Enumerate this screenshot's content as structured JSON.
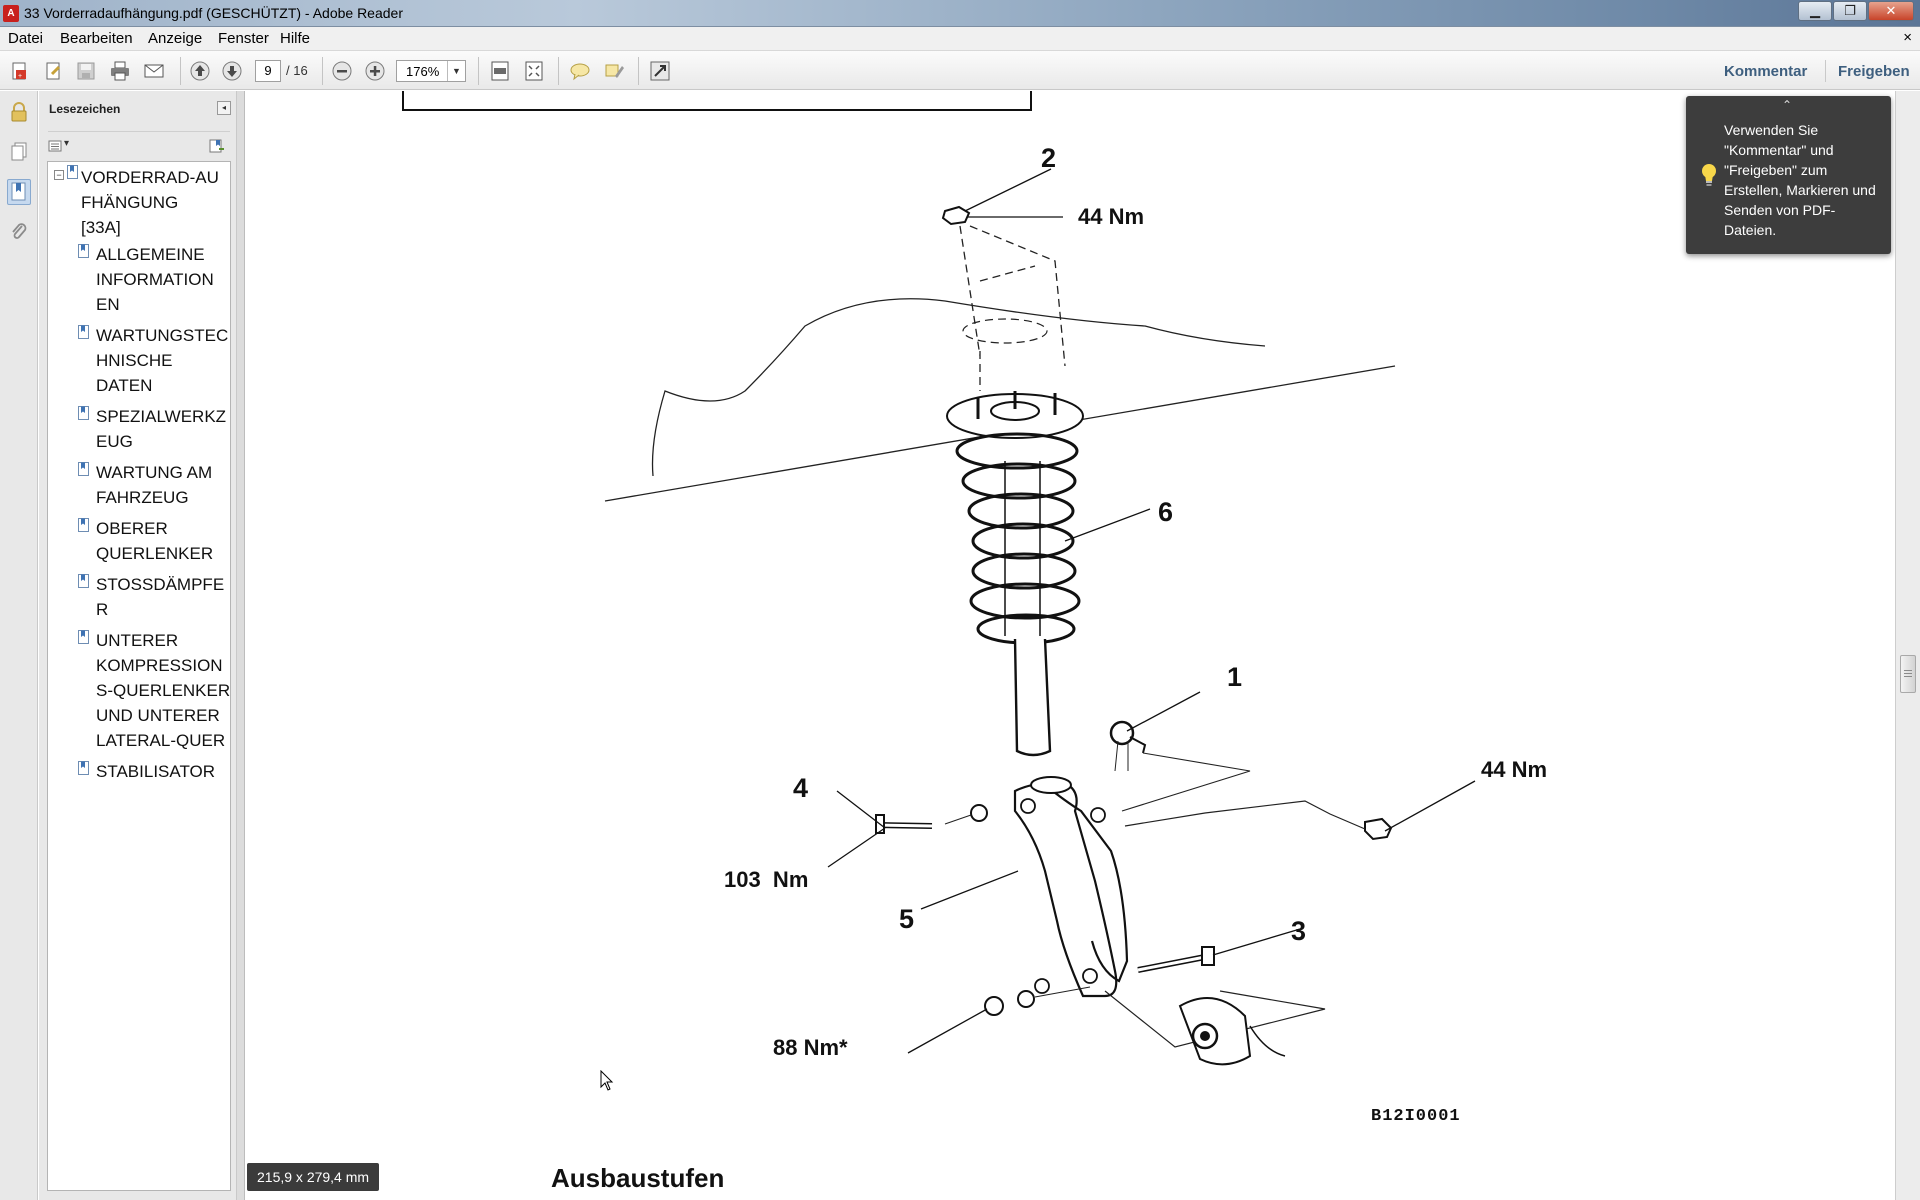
{
  "window": {
    "title": "33 Vorderradaufhängung.pdf (GESCHÜTZT) - Adobe Reader",
    "minimize": "▁",
    "maximize": "❐",
    "close": "✕",
    "doc_close": "×"
  },
  "menu": [
    "Datei",
    "Bearbeiten",
    "Anzeige",
    "Fenster",
    "Hilfe"
  ],
  "toolbar": {
    "current_page": "9",
    "total_pages": "/ 16",
    "zoom": "176%",
    "zoom_dropdown": "▼",
    "kommentar": "Kommentar",
    "freigeben": "Freigeben",
    "icons": [
      "create-pdf-icon",
      "open-icon",
      "save-icon",
      "print-icon",
      "email-icon",
      "previous-page-icon",
      "next-page-icon",
      "zoom-out-icon",
      "zoom-in-icon",
      "fit-page-icon",
      "fit-width-icon",
      "comment-icon",
      "highlight-icon",
      "full-screen-icon"
    ]
  },
  "sidebar_icons": [
    "lock-icon",
    "pages-icon",
    "bookmarks-icon",
    "attachments-icon"
  ],
  "bookmarks": {
    "header": "Lesezeichen",
    "collapse_symbol": "◂",
    "options_symbol": "▾",
    "tree_toggle": "−",
    "items": [
      {
        "label": "VORDERRAD-AU\nFHÄNGUNG\n[33A]"
      },
      {
        "label": "ALLGEMEINE\nINFORMATION\nEN"
      },
      {
        "label": "WARTUNGSTEC\nHNISCHE\nDATEN"
      },
      {
        "label": "SPEZIALWERKZ\nEUG"
      },
      {
        "label": "WARTUNG AM\nFAHRZEUG"
      },
      {
        "label": "OBERER\nQUERLENKER"
      },
      {
        "label": "STOSSDÄMPFE\nR"
      },
      {
        "label": "UNTERER\nKOMPRESSION\nS-QUERLENKER\nUND UNTERER\nLATERAL-QUER"
      },
      {
        "label": "STABILISATOR"
      }
    ]
  },
  "figure": {
    "labels": {
      "n2": "2",
      "t_top": "44 Nm",
      "n6": "6",
      "n1": "1",
      "t_right": "44 Nm",
      "n4": "4",
      "t_left": "103  Nm",
      "n5": "5",
      "n3": "3",
      "t_bottom": "88 Nm*"
    },
    "code": "B12I0001"
  },
  "section_title": "Ausbaustufen",
  "page_size": "215,9 x 279,4 mm",
  "tooltip": {
    "caret": "⌃",
    "text": "Verwenden Sie \"Kommentar\" und \"Freigeben\" zum Erstellen, Markieren und Senden von PDF-Dateien."
  }
}
